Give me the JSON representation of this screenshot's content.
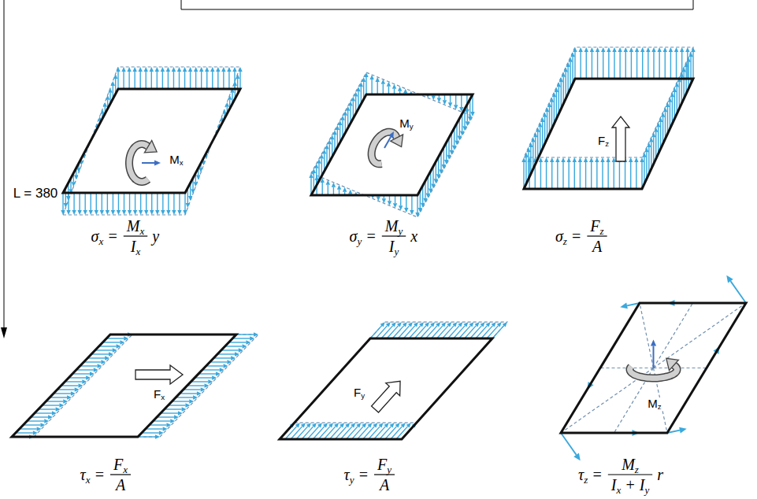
{
  "diagram": {
    "labels": [
      "L = 380",
      "Mx",
      "σx =",
      "Mx",
      "Ix",
      "y",
      "My",
      "σy =",
      "My",
      "Iy",
      "x",
      "Fz",
      "σz =",
      "Fz",
      "A",
      "Fx",
      "τx =",
      "Fx",
      "A",
      "Fy",
      "τy =",
      "Fy",
      "A",
      "Mz",
      "τz =",
      "Mz",
      "Ix + Iy",
      "r"
    ]
  }
}
